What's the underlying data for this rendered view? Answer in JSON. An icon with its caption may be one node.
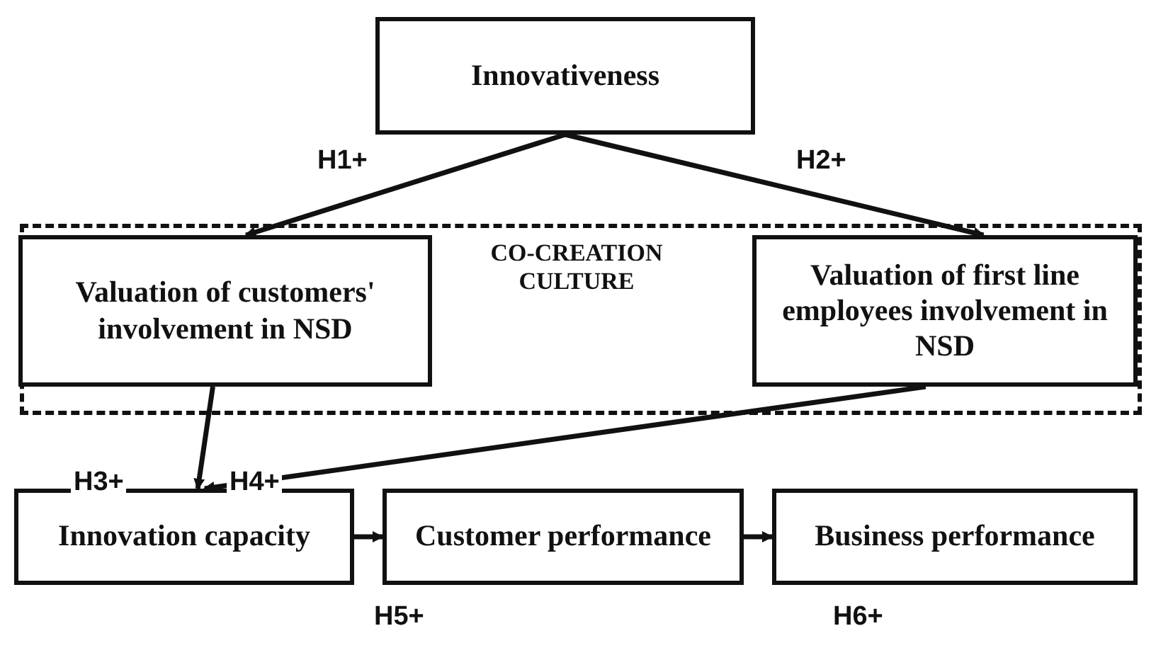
{
  "diagram": {
    "nodes": [
      {
        "text": [
          "Innovativeness"
        ]
      },
      {
        "text": [
          "CO-CREATION CULTURE"
        ]
      },
      {
        "text": [
          "Valuation of customers' involvement in NSD"
        ],
        "in": 1
      },
      {
        "text": [
          "Valuation of first line employees involvement in NSD"
        ],
        "in": 1
      },
      {
        "text": [
          "Innovation capacity"
        ]
      },
      {
        "text": [
          "Customer performance"
        ]
      },
      {
        "text": [
          "Business performance"
        ]
      }
    ],
    "edges": [
      {
        "from": 0,
        "to": 2,
        "arrow": "to",
        "label": "H1+"
      },
      {
        "from": 0,
        "to": 3,
        "arrow": "to",
        "label": "H2+"
      },
      {
        "from": 2,
        "to": 4,
        "arrow": "to",
        "label": "H3+"
      },
      {
        "from": 3,
        "to": 4,
        "arrow": "to",
        "label": "H4+"
      },
      {
        "from": 4,
        "to": 5,
        "arrow": "to",
        "label": "H5+"
      },
      {
        "from": 5,
        "to": 6,
        "arrow": "to",
        "label": "H6+"
      }
    ]
  }
}
